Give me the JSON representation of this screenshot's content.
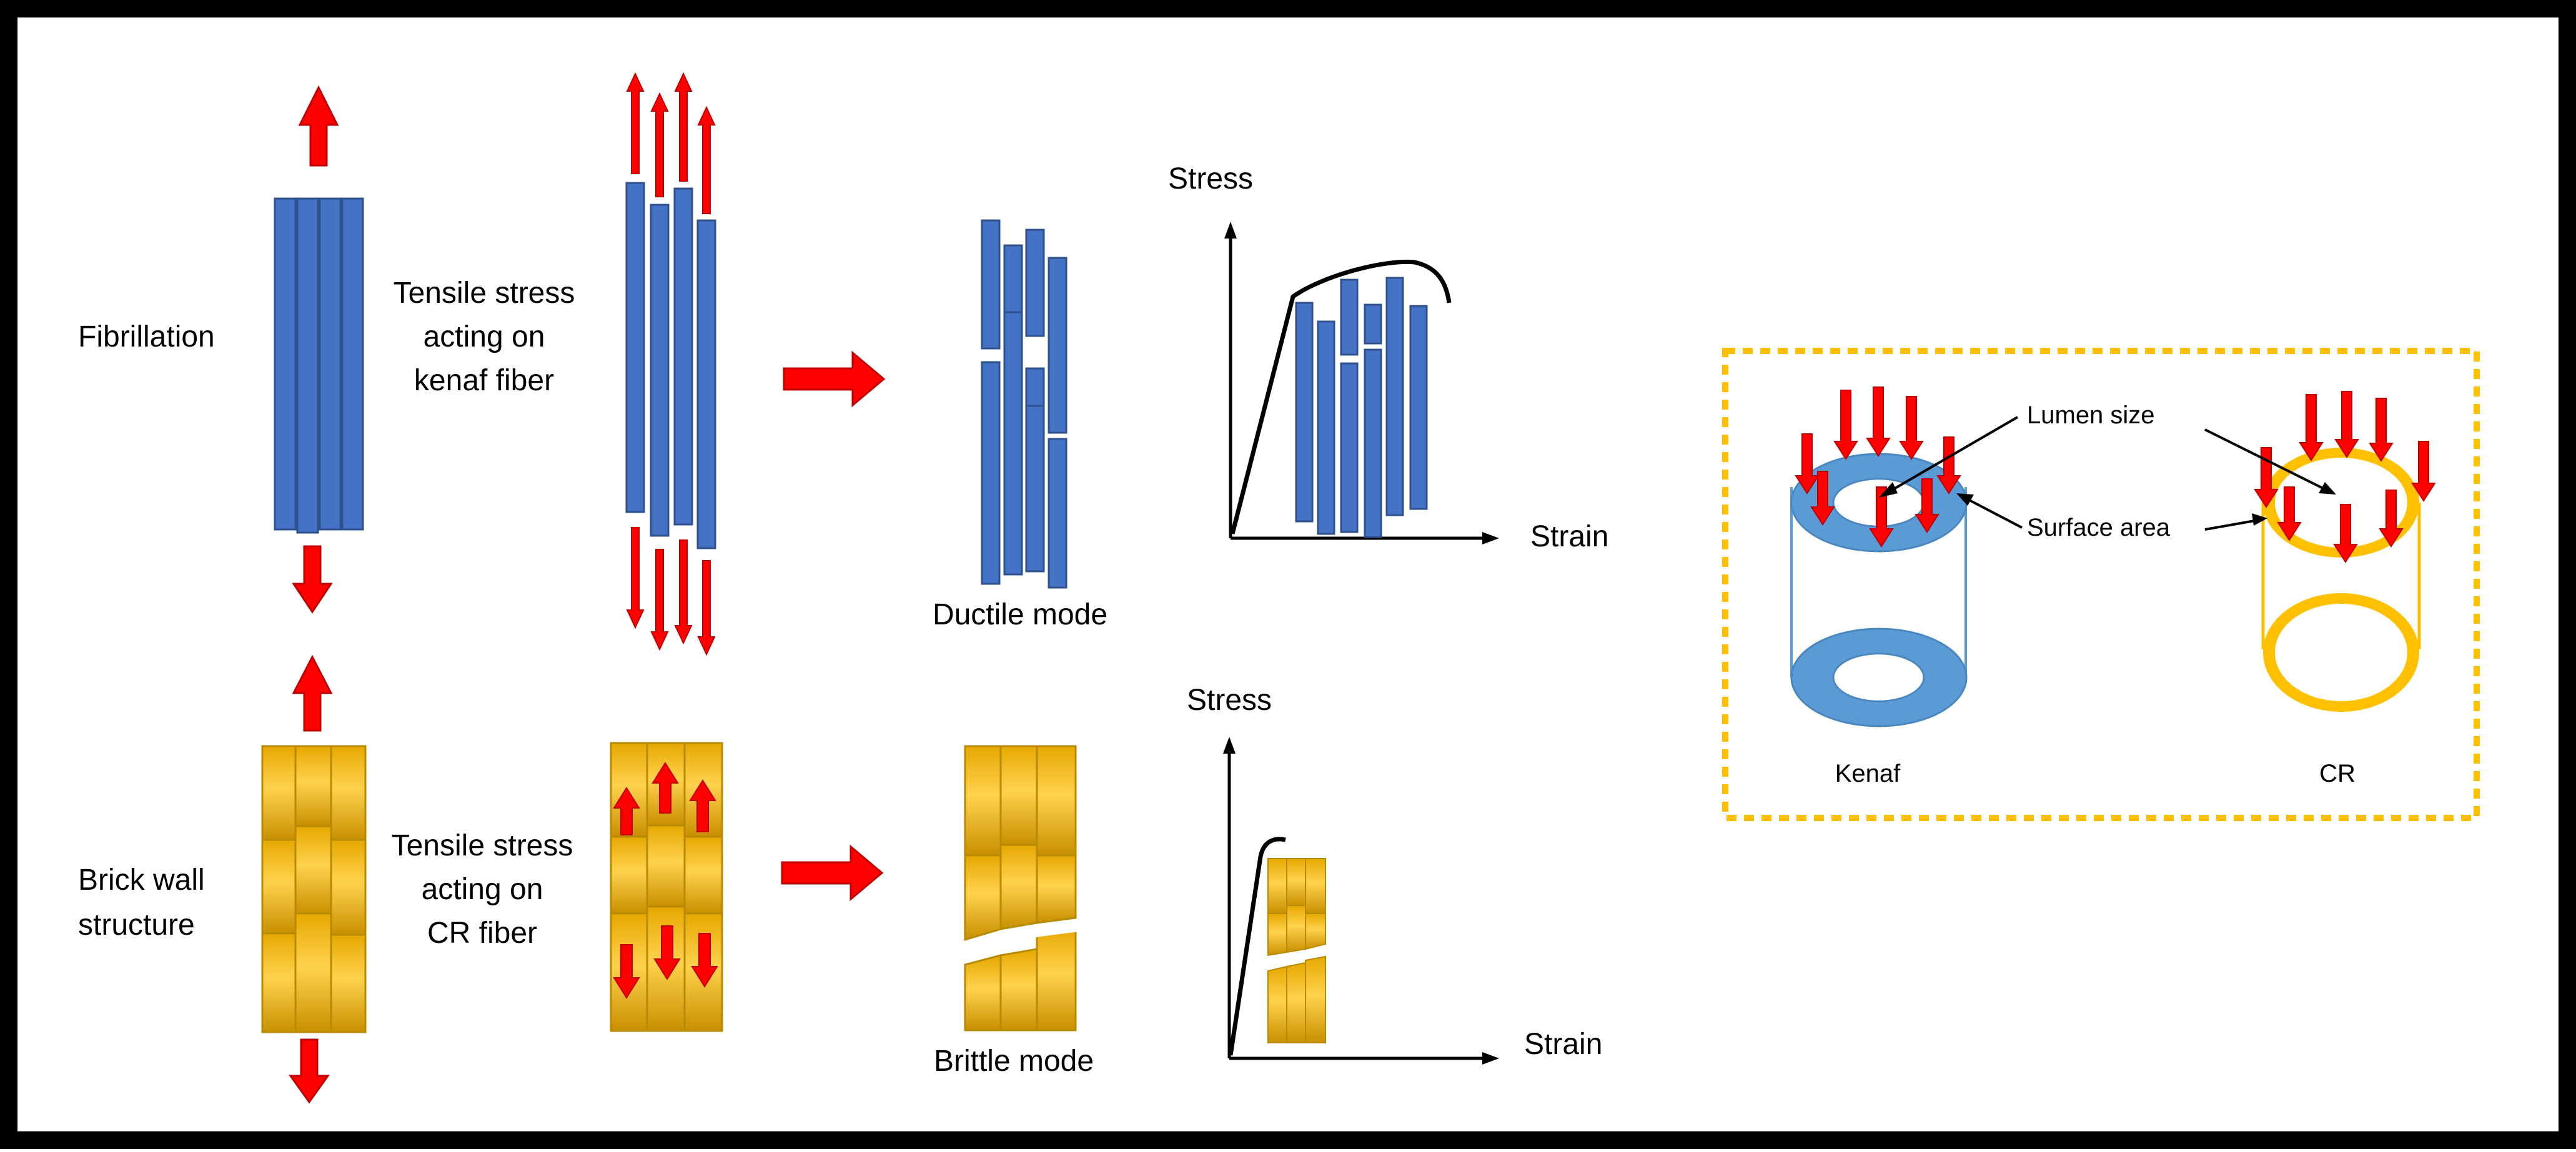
{
  "colors": {
    "frame": "#000000",
    "fiber_blue": "#4472c4",
    "fiber_blue_stroke": "#2f528f",
    "brick_gold": "#ffc000",
    "brick_gold_dark": "#c09000",
    "arrow_red": "#ff0000",
    "ring_blue": "#5b9bd5",
    "ring_gold": "#ffc000",
    "dash_border": "#ffc000",
    "axis": "#000000"
  },
  "kenaf_row": {
    "label": "Fibrillation",
    "stress_caption_lines": [
      "Tensile stress",
      "acting on",
      "kenaf fiber"
    ],
    "mode_label": "Ductile mode",
    "y_axis_label": "Stress",
    "x_axis_label": "Strain"
  },
  "cr_row": {
    "label_lines": [
      "Brick wall",
      "structure"
    ],
    "stress_caption_lines": [
      "Tensile stress",
      "acting on",
      "CR fiber"
    ],
    "mode_label": "Brittle mode",
    "y_axis_label": "Stress",
    "x_axis_label": "Strain"
  },
  "inset": {
    "lumen_label": "Lumen size",
    "surface_label": "Surface area",
    "kenaf_label": "Kenaf",
    "cr_label": "CR"
  },
  "icons": {
    "arrow": "red-arrow-icon"
  }
}
